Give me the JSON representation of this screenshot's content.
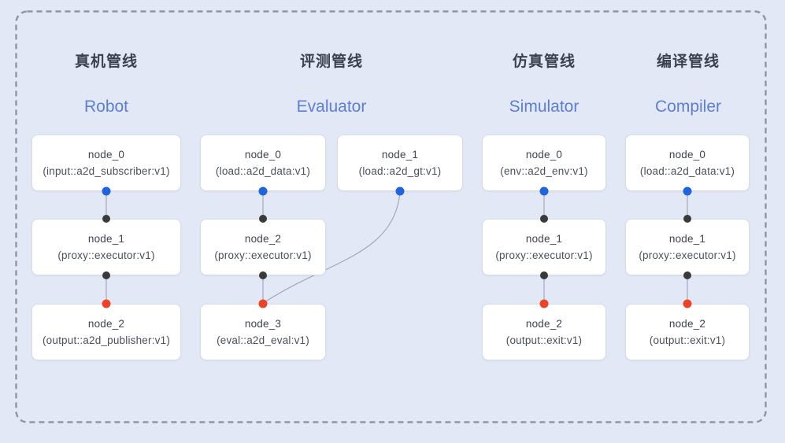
{
  "diagram": {
    "kind": "pipeline-topology",
    "frame": "dashed-rounded-rectangle"
  },
  "pipelines": [
    {
      "title_zh": "真机管线",
      "title_en": "Robot",
      "nodes": [
        {
          "name": "node_0",
          "type": "(input::a2d_subscriber:v1)"
        },
        {
          "name": "node_1",
          "type": "(proxy::executor:v1)"
        },
        {
          "name": "node_2",
          "type": "(output::a2d_publisher:v1)"
        }
      ]
    },
    {
      "title_zh": "评测管线",
      "title_en": "Evaluator",
      "nodes": [
        {
          "name": "node_0",
          "type": "(load::a2d_data:v1)"
        },
        {
          "name": "node_1",
          "type": "(load::a2d_gt:v1)"
        },
        {
          "name": "node_2",
          "type": "(proxy::executor:v1)"
        },
        {
          "name": "node_3",
          "type": "(eval::a2d_eval:v1)"
        }
      ]
    },
    {
      "title_zh": "仿真管线",
      "title_en": "Simulator",
      "nodes": [
        {
          "name": "node_0",
          "type": "(env::a2d_env:v1)"
        },
        {
          "name": "node_1",
          "type": "(proxy::executor:v1)"
        },
        {
          "name": "node_2",
          "type": "(output::exit:v1)"
        }
      ]
    },
    {
      "title_zh": "编译管线",
      "title_en": "Compiler",
      "nodes": [
        {
          "name": "node_0",
          "type": "(load::a2d_data:v1)"
        },
        {
          "name": "node_1",
          "type": "(proxy::executor:v1)"
        },
        {
          "name": "node_2",
          "type": "(output::exit:v1)"
        }
      ]
    }
  ],
  "colors": {
    "background": "#e3e8f6",
    "frame_dash": "#8f96a2",
    "title_zh": "#3b414e",
    "title_en": "#5b7fd4",
    "node_bg": "#ffffff",
    "node_border": "#d8dce5",
    "edge": "#9fa9bc",
    "port_output": "#1f63dd",
    "port_input": "#3a3a3a",
    "port_final": "#ee4226"
  }
}
